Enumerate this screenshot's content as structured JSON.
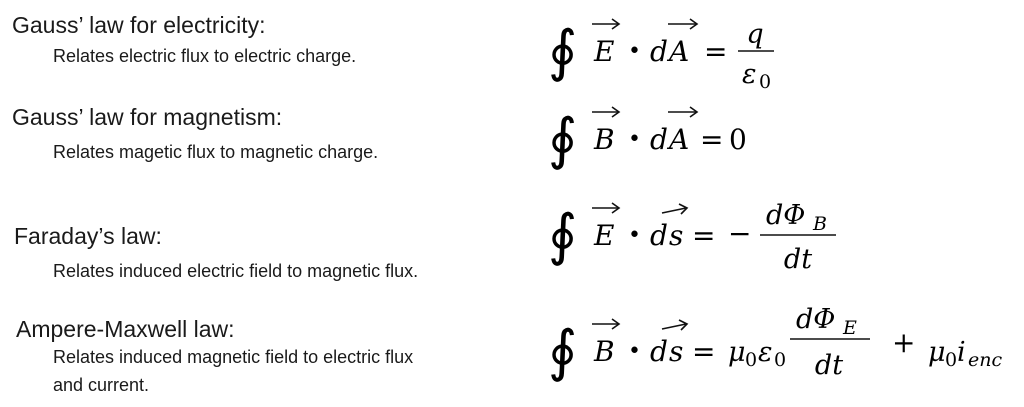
{
  "laws": [
    {
      "title": "Gauss’ law for electricity:",
      "description": [
        "Relates electric flux to electric charge."
      ],
      "equation": {
        "lhs_field": "E",
        "lhs_element": "A",
        "lhs_d": "d",
        "rhs": {
          "type": "fraction",
          "numerator": "q",
          "denominator": "ε",
          "denominator_sub": "0"
        }
      }
    },
    {
      "title": "Gauss’ law for magnetism:",
      "description": [
        "Relates magetic flux to magnetic charge."
      ],
      "equation": {
        "lhs_field": "B",
        "lhs_element": "A",
        "lhs_d": "d",
        "rhs": {
          "type": "value",
          "value": "0"
        }
      }
    },
    {
      "title": "Faraday’s law:",
      "description": [
        "Relates induced electric field to magnetic flux."
      ],
      "equation": {
        "lhs_field": "E",
        "lhs_element": "s",
        "lhs_d": "d",
        "rhs": {
          "type": "neg-fraction",
          "sign": "−",
          "numerator": "dΦ",
          "numerator_sub": "B",
          "denominator": "dt"
        }
      }
    },
    {
      "title": "Ampere-Maxwell law:",
      "description": [
        "Relates induced magnetic field to electric flux",
        "and current."
      ],
      "equation": {
        "lhs_field": "B",
        "lhs_element": "s",
        "lhs_d": "d",
        "rhs": {
          "type": "ampere",
          "prefix": "μ",
          "prefix_sub": "0",
          "eps": "ε",
          "eps_sub": "0",
          "numerator": "dΦ",
          "numerator_sub": "E",
          "denominator": "dt",
          "plus": "+",
          "suffix": "μ",
          "suffix_sub": "0",
          "current": "i",
          "current_sub": "enc"
        }
      }
    }
  ],
  "symbols": {
    "integral": "∮",
    "dot": "•",
    "equals": "="
  }
}
